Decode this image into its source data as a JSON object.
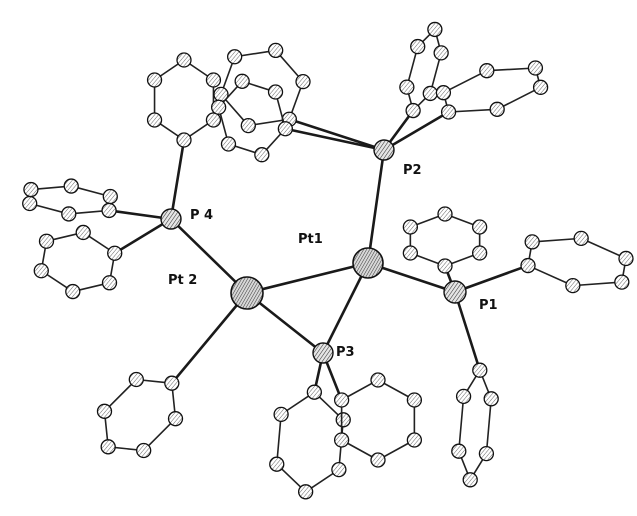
{
  "labels": {
    "pt1": "Pt1",
    "pt2": "Pt 2",
    "p1": "P1",
    "p2": "P2",
    "p3": "P3",
    "p4": "P 4"
  },
  "colors": {
    "ink": "#111111",
    "background": "#ffffff"
  }
}
